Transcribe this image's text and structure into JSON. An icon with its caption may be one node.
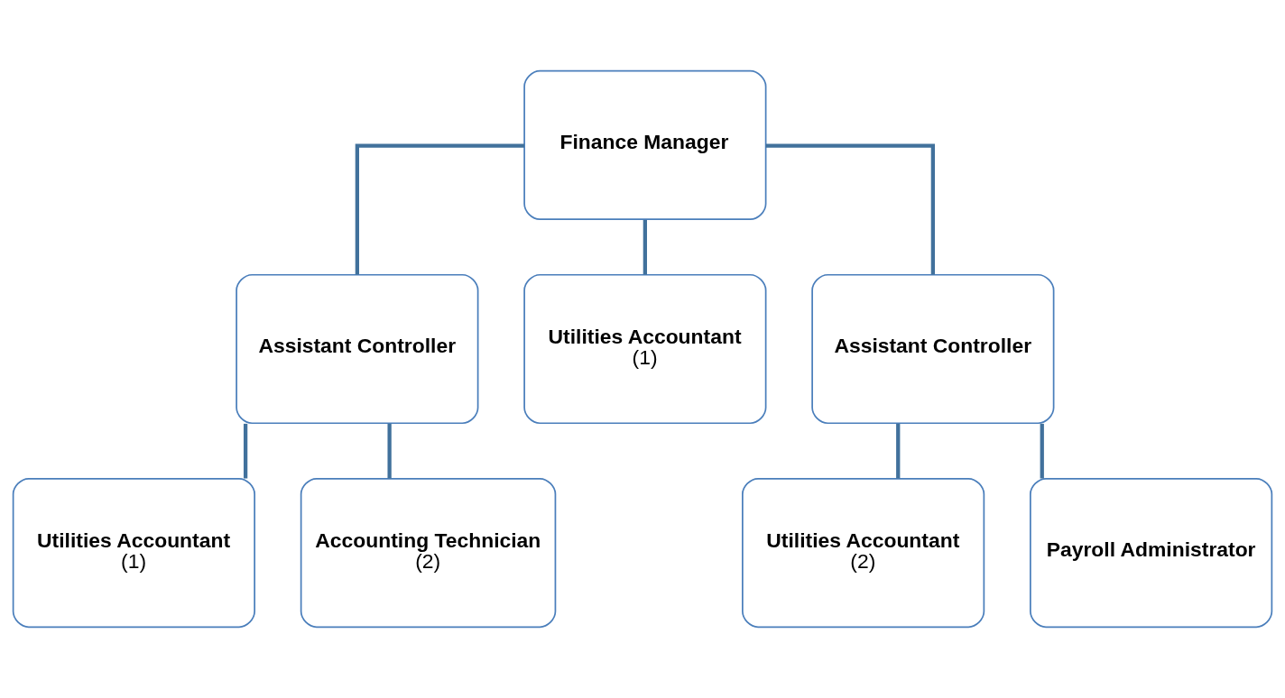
{
  "diagram": {
    "nodes": [
      {
        "text": [
          "Finance Manager"
        ]
      },
      {
        "text": [
          "Assistant Controller"
        ]
      },
      {
        "text": [
          "Utilities Accountant",
          "(1)"
        ]
      },
      {
        "text": [
          "Assistant Controller"
        ]
      },
      {
        "text": [
          "Utilities Accountant",
          "(1)"
        ]
      },
      {
        "text": [
          "Accounting Technician",
          "(2)"
        ]
      },
      {
        "text": [
          "Utilities Accountant",
          "(2)"
        ]
      },
      {
        "text": [
          "Payroll Administrator"
        ]
      }
    ],
    "edges": [
      {
        "from": 0,
        "to": 1,
        "arrow": "none"
      },
      {
        "from": 0,
        "to": 2,
        "arrow": "none"
      },
      {
        "from": 0,
        "to": 3,
        "arrow": "none"
      },
      {
        "from": 1,
        "to": 4,
        "arrow": "none"
      },
      {
        "from": 1,
        "to": 5,
        "arrow": "none"
      },
      {
        "from": 3,
        "to": 6,
        "arrow": "none"
      },
      {
        "from": 3,
        "to": 7,
        "arrow": "none"
      }
    ]
  }
}
